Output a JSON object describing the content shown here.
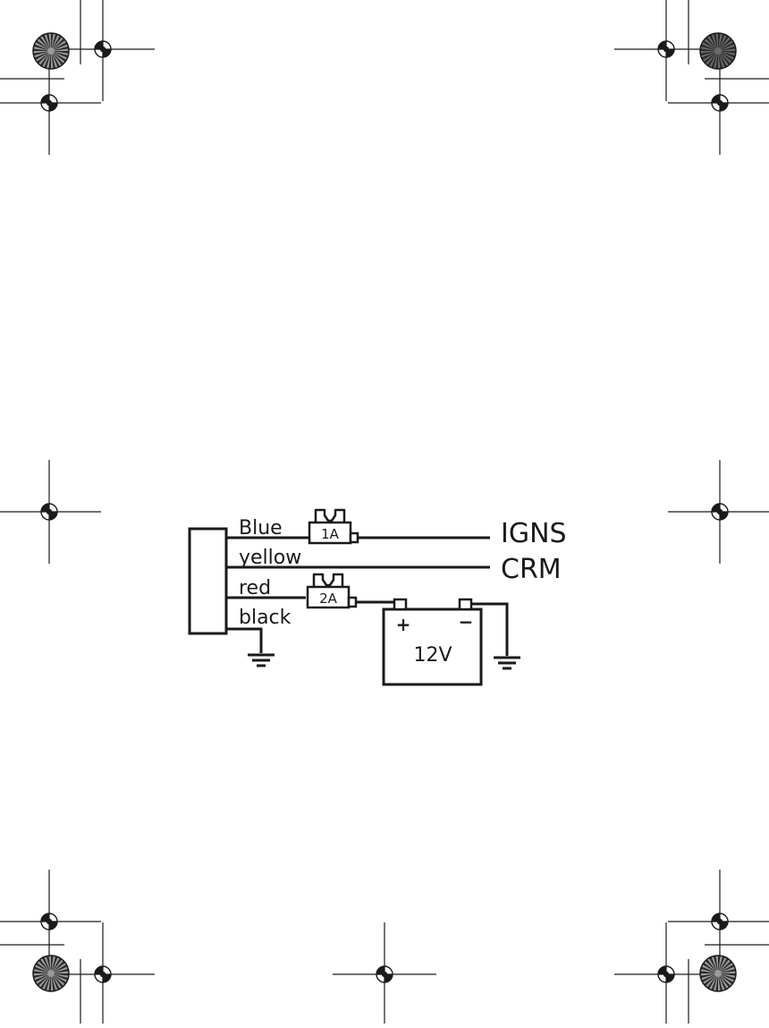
{
  "wiring": {
    "wires": [
      {
        "name": "blue",
        "label": "Blue"
      },
      {
        "name": "yellow",
        "label": "yellow"
      },
      {
        "name": "red",
        "label": "red"
      },
      {
        "name": "black",
        "label": "black"
      }
    ],
    "fuses": [
      {
        "name": "fuse-1a",
        "label": "1A"
      },
      {
        "name": "fuse-2a",
        "label": "2A"
      }
    ],
    "terminals": [
      {
        "name": "igns",
        "label": "IGNS"
      },
      {
        "name": "crm",
        "label": "CRM"
      }
    ],
    "battery": {
      "voltage": "12V",
      "positive": "+",
      "negative": "−"
    }
  },
  "colors": {
    "line": "#1a1a1a"
  }
}
